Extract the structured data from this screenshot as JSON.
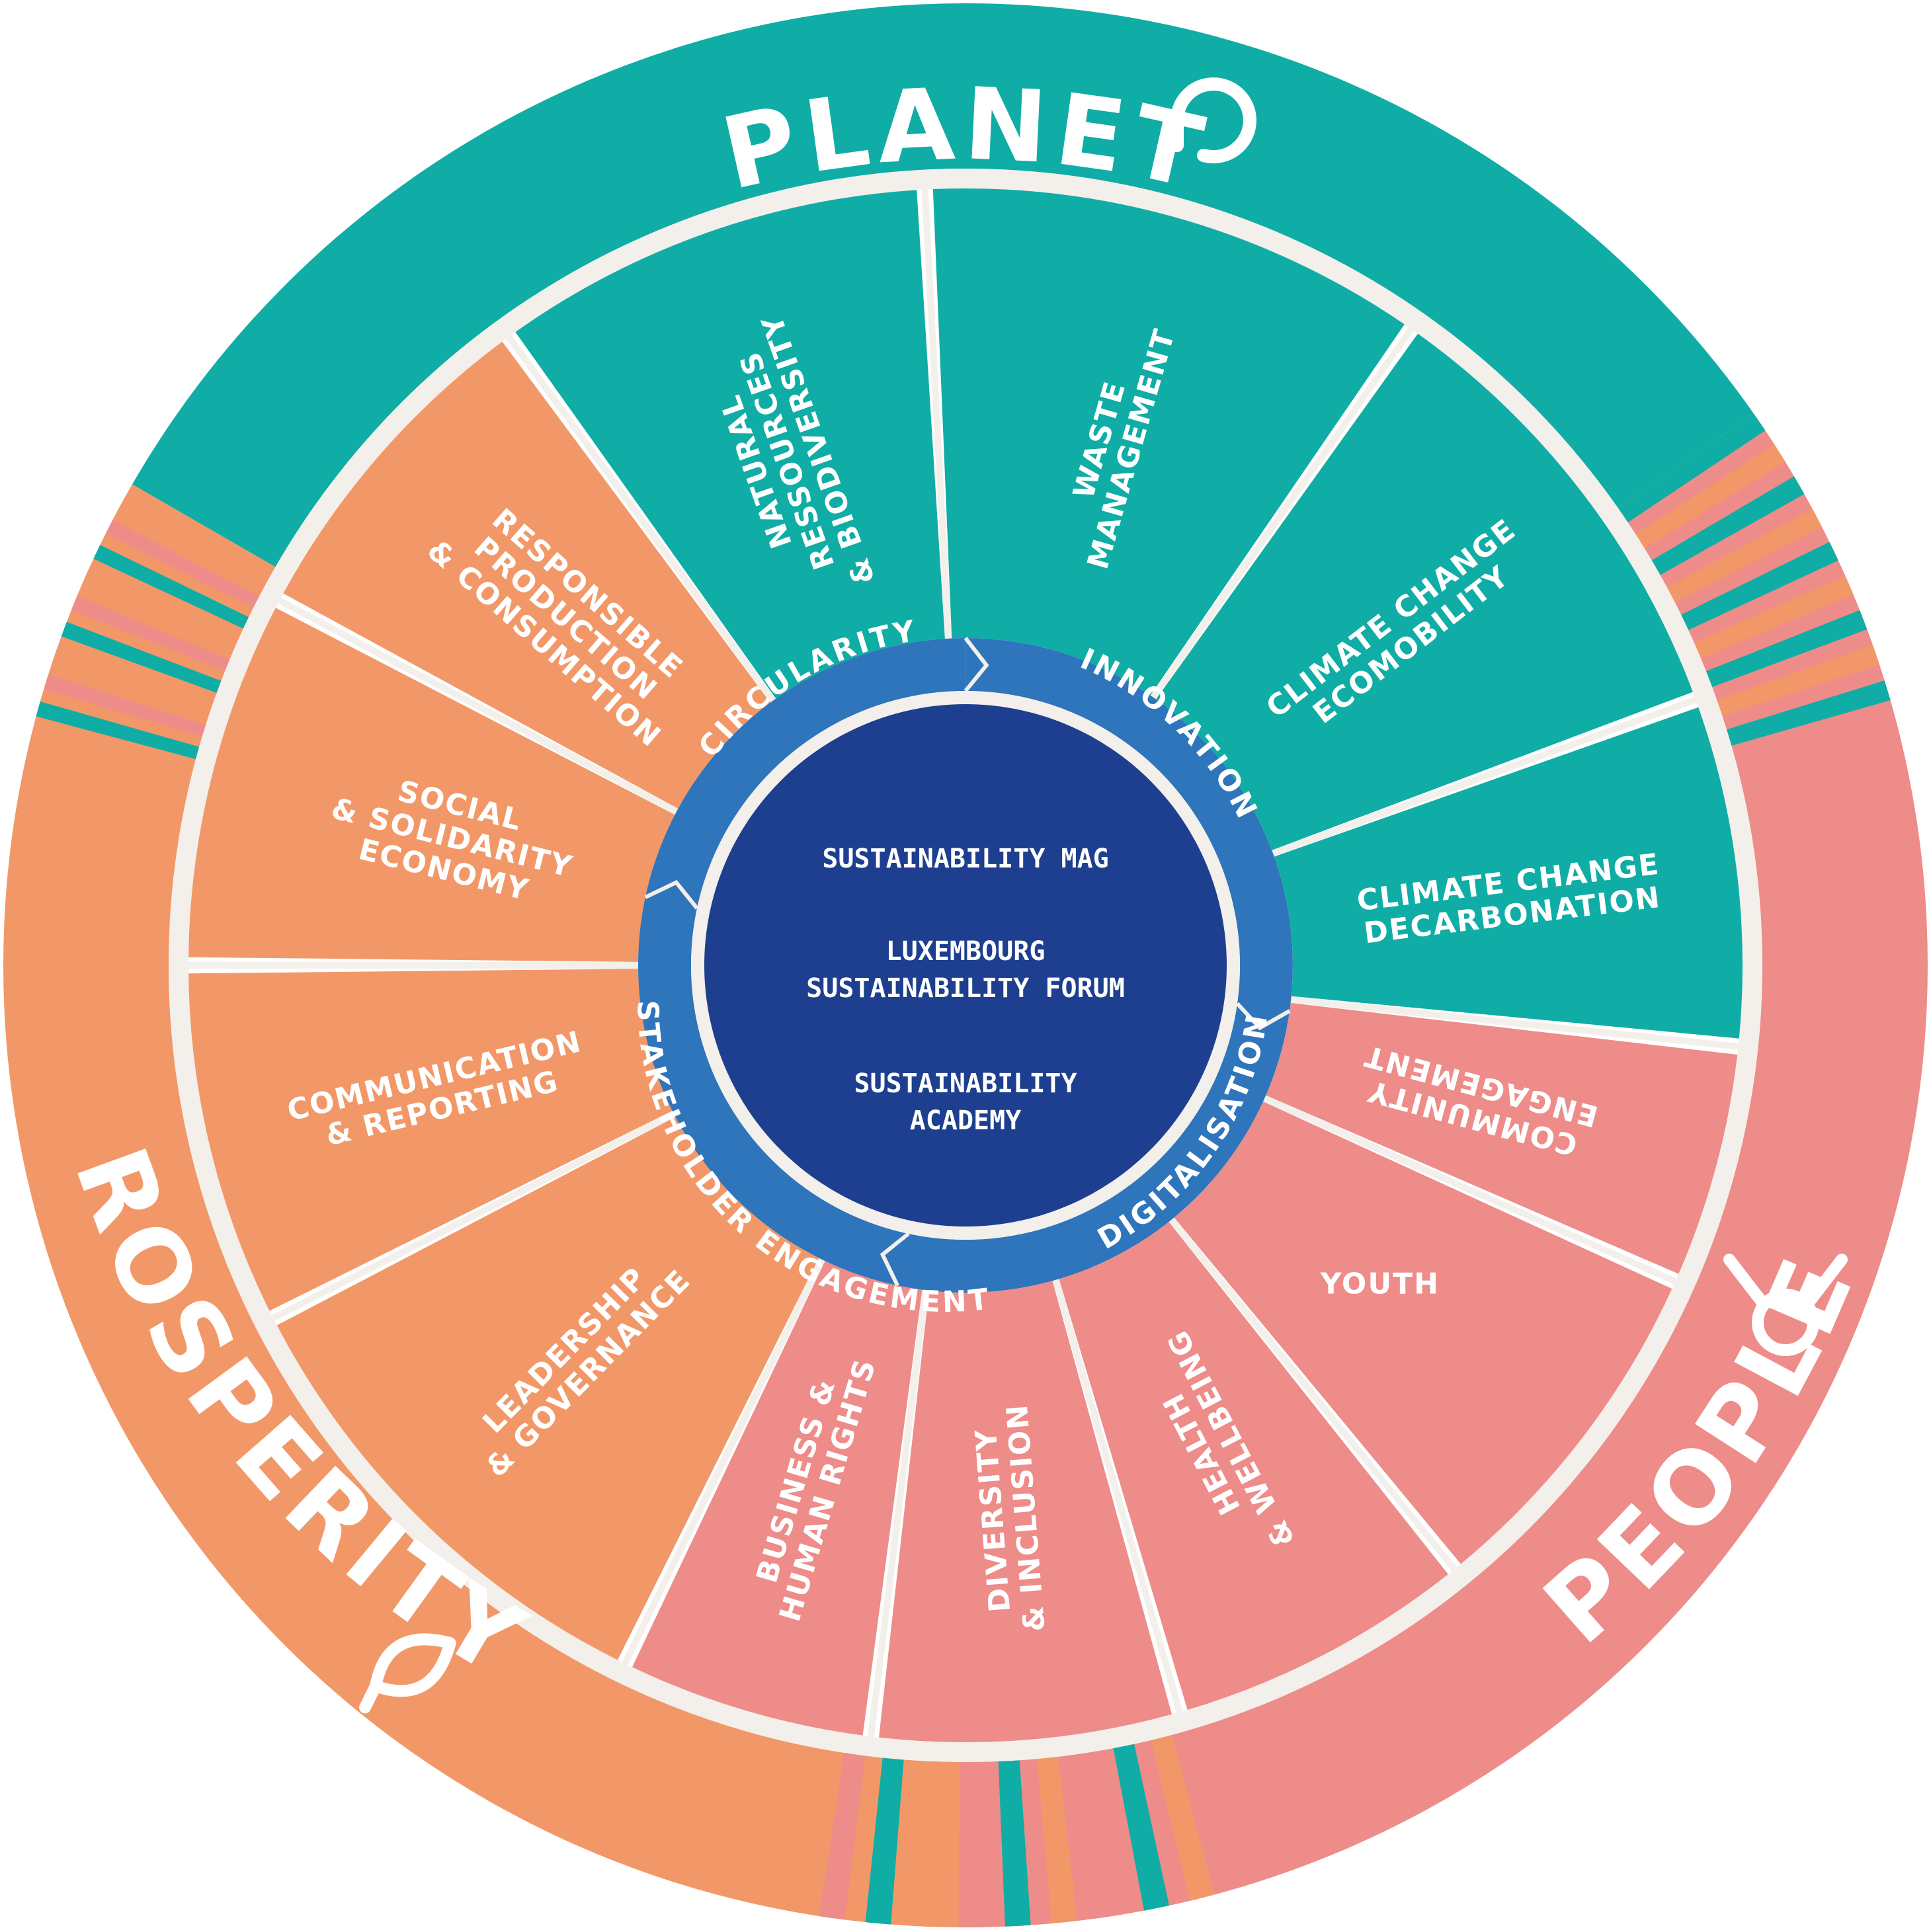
{
  "colors": {
    "planet": "#0fada5",
    "people": "#ed8c89",
    "prosperity": "#f29868",
    "ring": "#2e75bb",
    "core": "#1e3f8f",
    "border": "#f3efeb"
  },
  "pillars": [
    {
      "name": "PLANET",
      "icon": "planet-leaf-icon"
    },
    {
      "name": "PEOPLE",
      "icon": "people-icon"
    },
    {
      "name": "PROSPERITY",
      "icon": "prosperity-leaf-icon"
    }
  ],
  "themes": [
    {
      "label": "CIRCULARITY"
    },
    {
      "label": "INNOVATION"
    },
    {
      "label": "DIGITALISATION"
    },
    {
      "label": "STAKEHOLDER  ENGAGEMENT"
    }
  ],
  "center": {
    "line1": "SUSTAINABILITY MAG",
    "line2a": "LUXEMBOURG",
    "line2b": "SUSTAINABILITY FORUM",
    "line3a": "SUSTAINABILITY",
    "line3b": "ACADEMY"
  },
  "segments": [
    {
      "pillar": "planet",
      "lines": [
        "NATURAL",
        "RESSOURCES",
        "& BIODIVERSITY"
      ]
    },
    {
      "pillar": "planet",
      "lines": [
        "WASTE",
        "MANAGEMENT"
      ]
    },
    {
      "pillar": "planet",
      "lines": [
        "CLIMATE CHANGE",
        "ECOMOBILITY"
      ]
    },
    {
      "pillar": "planet",
      "lines": [
        "CLIMATE CHANGE",
        "DECARBONATION"
      ]
    },
    {
      "pillar": "people",
      "lines": [
        "COMMUNITY",
        "ENGAGEMENT"
      ]
    },
    {
      "pillar": "people",
      "lines": [
        "YOUTH"
      ]
    },
    {
      "pillar": "people",
      "lines": [
        "HEALTH",
        "& WELLBEING"
      ]
    },
    {
      "pillar": "people",
      "lines": [
        "DIVERSITY",
        "& INCLUSION"
      ]
    },
    {
      "pillar": "people",
      "lines": [
        "BUSINESS &",
        "HUMAN RIGHTS"
      ]
    },
    {
      "pillar": "prosperity",
      "lines": [
        "LEADERSHIP",
        "& GOVERNANCE"
      ]
    },
    {
      "pillar": "prosperity",
      "lines": [
        "COMMUNICATION",
        "& REPORTING"
      ]
    },
    {
      "pillar": "prosperity",
      "lines": [
        "SOCIAL",
        "& SOLIDARITY",
        "ECONOMY"
      ]
    },
    {
      "pillar": "prosperity",
      "lines": [
        "RESPONSIBLE",
        "PRODUCTION",
        "& CONSUMPTION"
      ]
    }
  ]
}
